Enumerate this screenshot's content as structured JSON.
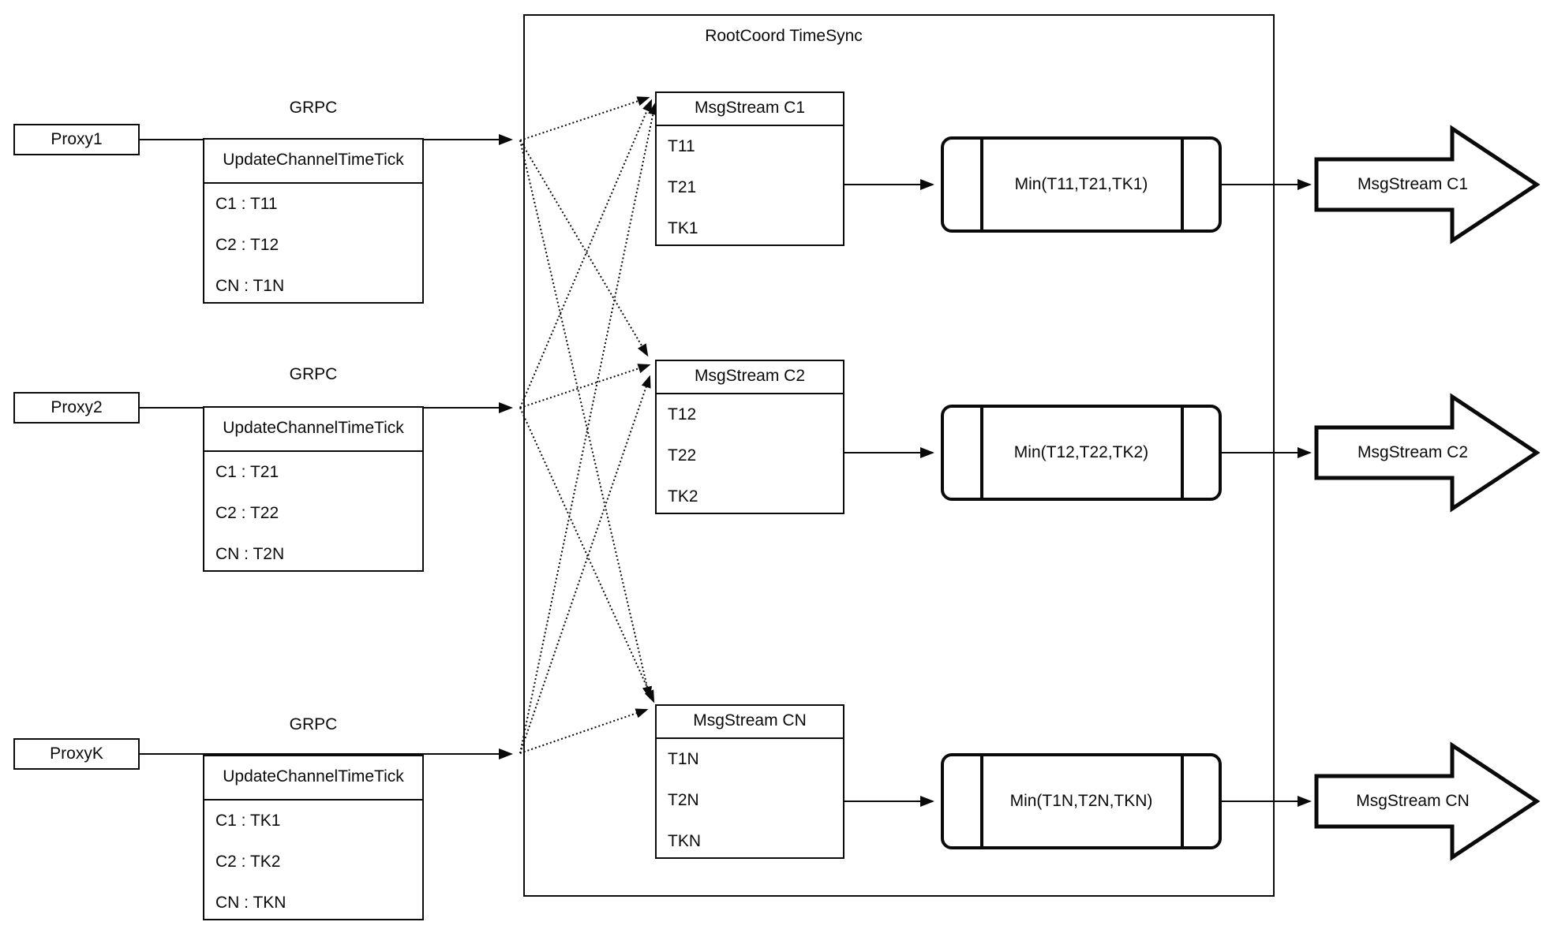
{
  "diagram": {
    "title": "RootCoord TimeSync",
    "colors": {
      "line": "#0a0a0a",
      "background": "#ffffff"
    },
    "proxies": [
      {
        "name": "Proxy1",
        "protocol": "GRPC",
        "table_header": "UpdateChannelTimeTick",
        "rows": [
          "C1 :  T11",
          "C2 :  T12",
          "CN : T1N"
        ]
      },
      {
        "name": "Proxy2",
        "protocol": "GRPC",
        "table_header": "UpdateChannelTimeTick",
        "rows": [
          "C1 :  T21",
          "C2 :  T22",
          "CN : T2N"
        ]
      },
      {
        "name": "ProxyK",
        "protocol": "GRPC",
        "table_header": "UpdateChannelTimeTick",
        "rows": [
          "C1 :  TK1",
          "C2 :  TK2",
          "CN : TKN"
        ]
      }
    ],
    "streams": [
      {
        "header": "MsgStream C1",
        "rows": [
          "T11",
          "T21",
          "TK1"
        ],
        "min_label": "Min(T11,T21,TK1)",
        "output": "MsgStream C1"
      },
      {
        "header": "MsgStream C2",
        "rows": [
          "T12",
          "T22",
          "TK2"
        ],
        "min_label": "Min(T12,T22,TK2)",
        "output": "MsgStream C2"
      },
      {
        "header": "MsgStream CN",
        "rows": [
          "T1N",
          "T2N",
          "TKN"
        ],
        "min_label": "Min(T1N,T2N,TKN)",
        "output": "MsgStream CN"
      }
    ]
  }
}
